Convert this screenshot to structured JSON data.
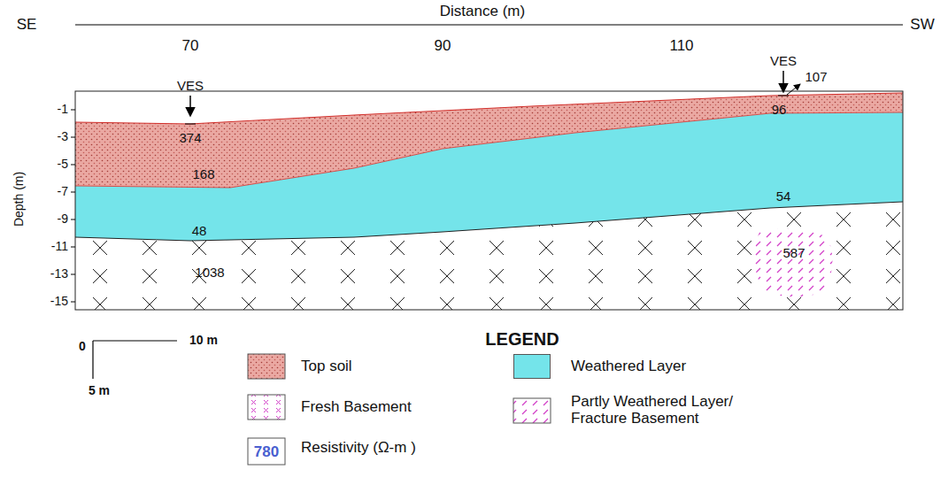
{
  "diagram": {
    "labels": [
      "Distance (m)",
      "SE",
      "SW",
      "70",
      "90",
      "110",
      "Depth (m)",
      "-1",
      "-3",
      "-5",
      "-7",
      "-9",
      "-11",
      "-13",
      "-15",
      "VES",
      "374",
      "168",
      "48",
      "1038",
      "VES",
      "107",
      "96",
      "54",
      "587",
      "0",
      "10 m",
      "5 m",
      "LEGEND",
      "780"
    ],
    "legend": [
      {
        "text": "Top soil"
      },
      {
        "text": "Weathered Layer",
        "color": "#74e4ea"
      },
      {
        "text": "Fresh Basement"
      },
      {
        "text": "Partly Weathered Layer/ Fracture Basement"
      },
      {
        "text": "Resistivity (Ω-m )"
      }
    ]
  }
}
